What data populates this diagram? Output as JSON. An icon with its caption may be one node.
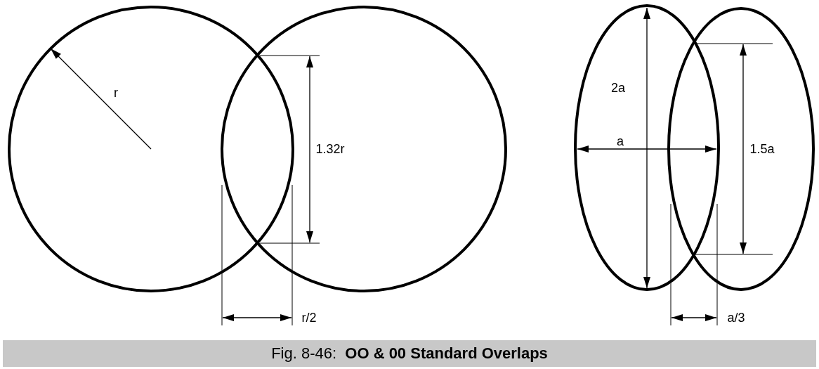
{
  "diagram": {
    "caption": "Fig. 8-46:  **OO & 00 Standard Overlaps**",
    "labels": [
      "r",
      "1.32r",
      "r/2",
      "2a",
      "a",
      "1.5a",
      "a/3"
    ]
  }
}
